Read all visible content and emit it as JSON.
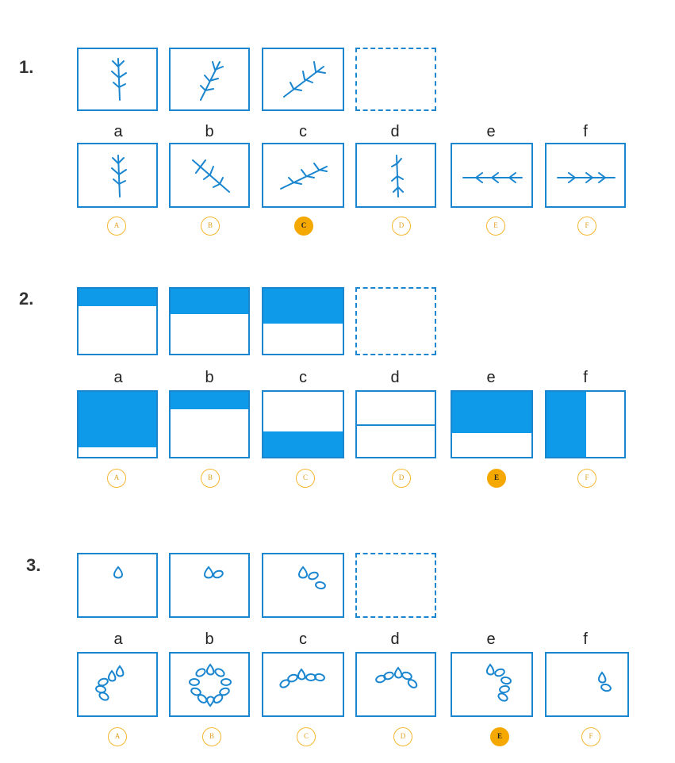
{
  "questions": [
    {
      "number": "1.",
      "labels": [
        "a",
        "b",
        "c",
        "d",
        "e",
        "f"
      ],
      "options": [
        "A",
        "B",
        "C",
        "D",
        "E",
        "F"
      ],
      "selected": "C"
    },
    {
      "number": "2.",
      "labels": [
        "a",
        "b",
        "c",
        "d",
        "e",
        "f"
      ],
      "options": [
        "A",
        "B",
        "C",
        "D",
        "E",
        "F"
      ],
      "selected": "E"
    },
    {
      "number": "3.",
      "labels": [
        "a",
        "b",
        "c",
        "d",
        "e",
        "f"
      ],
      "options": [
        "A",
        "B",
        "C",
        "D",
        "E",
        "F"
      ],
      "selected": "E"
    }
  ],
  "colors": {
    "figure_blue": "#1a86d0",
    "fill_blue": "#0f9ae9",
    "selected_gold": "#f5a800"
  }
}
